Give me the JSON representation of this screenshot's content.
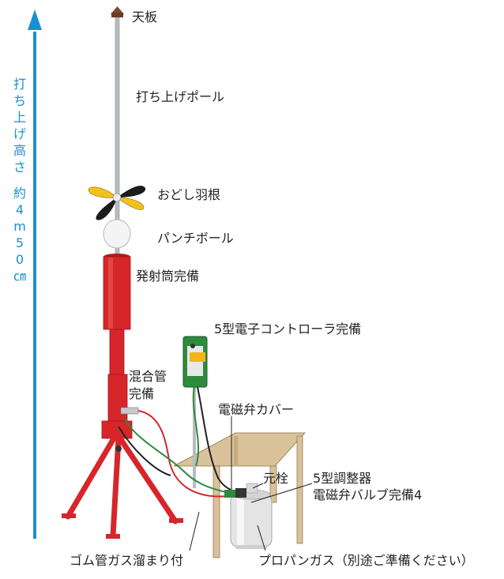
{
  "height_label_chars": [
    "打",
    "ち",
    "上",
    "げ",
    "高",
    "さ",
    "",
    "約",
    "4",
    "m",
    "5",
    "0",
    "㎝"
  ],
  "labels": {
    "top_plate": "天板",
    "pole": "打ち上げポール",
    "feather": "おどし羽根",
    "ball": "パンチボール",
    "launch_tube": "発射筒完備",
    "controller": "5型電子コントローラ完備",
    "mixing_tube_line1": "混合管",
    "mixing_tube_line2": "完備",
    "valve_cover": "電磁弁カバー",
    "main_valve": "元栓",
    "regulator_line1": "5型調整器",
    "regulator_line2": "電磁弁バルブ完備4",
    "hose": "ゴム管ガス溜まり付",
    "propane": "プロパンガス（別途ご準備ください）"
  },
  "colors": {
    "arrow": "#1a8fd0",
    "red": "#d7262a",
    "green": "#2e8b3c",
    "table": "#d9c29a"
  }
}
